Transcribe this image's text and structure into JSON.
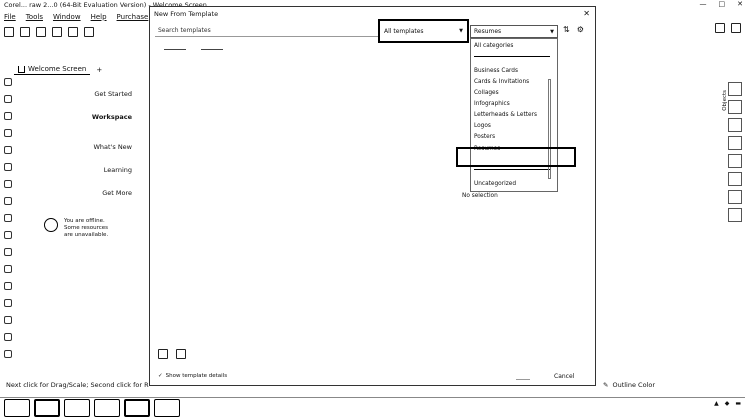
{
  "window": {
    "title": "Corel... raw 2...0 (64-Bit Evaluation Version) - Welcome Screen",
    "controls": [
      "—",
      "□",
      "✕"
    ]
  },
  "menu": [
    "File",
    "Tools",
    "Window",
    "Help",
    "Purchase"
  ],
  "doc_tabs": {
    "tab1": "Welcome Screen",
    "add": "+"
  },
  "welcome_nav": [
    "Get Started",
    "Workspace",
    "What's New",
    "Learning",
    "Get More"
  ],
  "offline": "You are offline. Some resources are unavailable.",
  "dialog": {
    "title": "New From Template",
    "close": "✕",
    "search_placeholder": "Search templates",
    "category_select": "All templates",
    "style_select": "Resumes",
    "dropdown_items": [
      "All categories",
      "Business Cards",
      "Cards & Invitations",
      "Collages",
      "Infographics",
      "Letterheads & Letters",
      "Logos",
      "Posters",
      "Resumes",
      "Uncategorized"
    ],
    "no_selection": "No selection",
    "show_details": "Show template details",
    "cancel": "Cancel"
  },
  "docker_label": "Objects",
  "statusbar": {
    "hint": "Next click for Drag/Scale; Second click for R",
    "outline": "Outline Color"
  }
}
